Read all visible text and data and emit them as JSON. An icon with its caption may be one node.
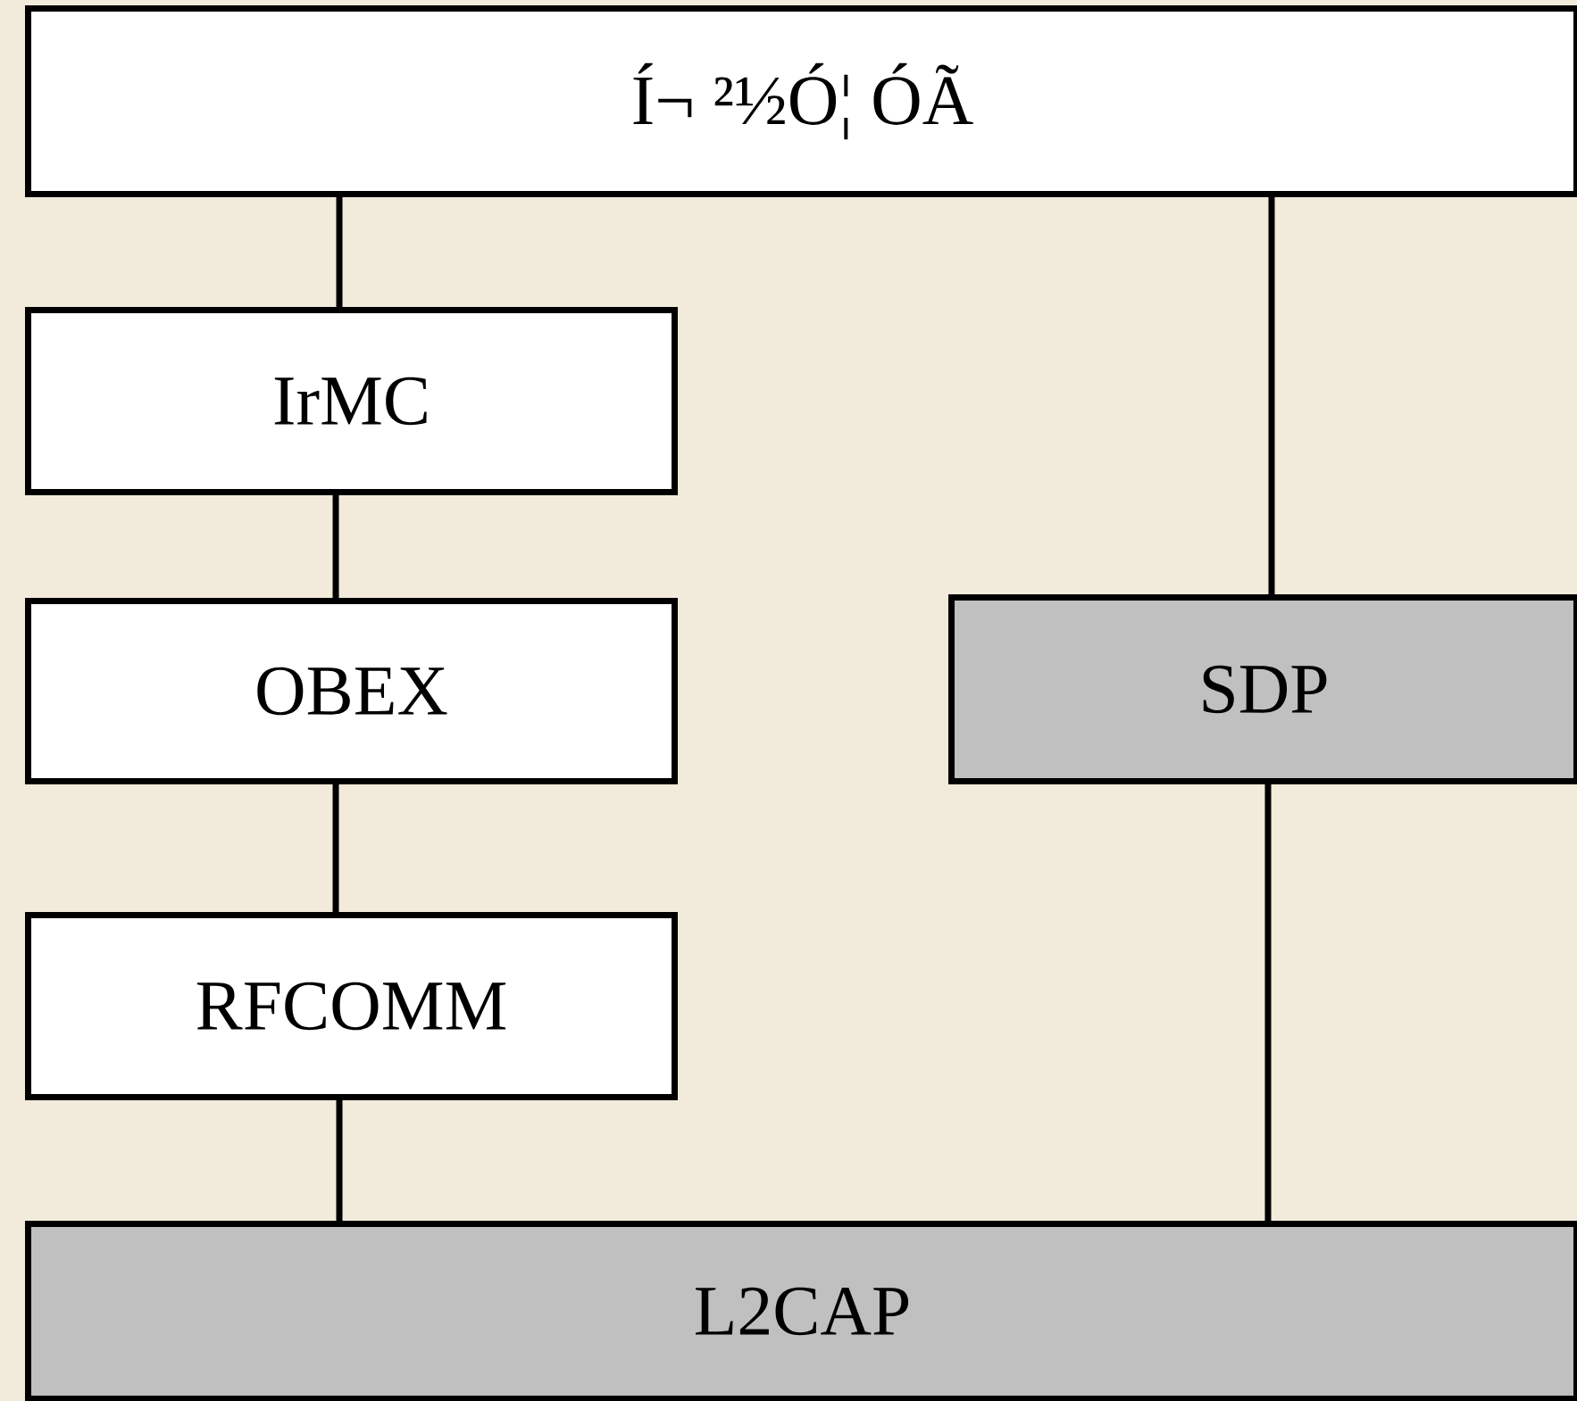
{
  "diagram": {
    "nodes": [
      {
        "text": [
          "Í¬ ²½Ó¦ ÓÃ"
        ]
      },
      {
        "text": [
          "IrMC"
        ]
      },
      {
        "text": [
          "OBEX"
        ]
      },
      {
        "text": [
          "RFCOMM"
        ]
      },
      {
        "text": [
          "SDP"
        ]
      },
      {
        "text": [
          "L2CAP"
        ]
      }
    ],
    "edges": [
      {
        "from": 0,
        "to": 1,
        "arrow": "none"
      },
      {
        "from": 1,
        "to": 2,
        "arrow": "none"
      },
      {
        "from": 2,
        "to": 3,
        "arrow": "none"
      },
      {
        "from": 3,
        "to": 5,
        "arrow": "none"
      },
      {
        "from": 0,
        "to": 4,
        "arrow": "none"
      },
      {
        "from": 4,
        "to": 5,
        "arrow": "none"
      }
    ]
  }
}
